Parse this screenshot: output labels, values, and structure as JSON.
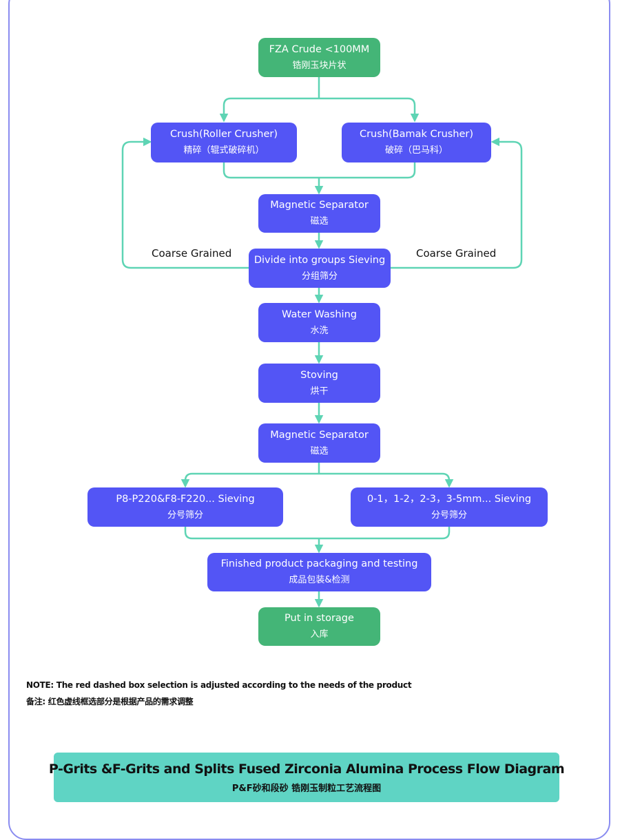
{
  "nodes": {
    "crude": {
      "en": "FZA Crude <100MM",
      "zh": "锆刚玉块片状"
    },
    "crush_roller": {
      "en": "Crush(Roller Crusher)",
      "zh": "精碎（辊式破碎机）"
    },
    "crush_bamak": {
      "en": "Crush(Bamak Crusher)",
      "zh": "破碎（巴马科）"
    },
    "magnetic1": {
      "en": "Magnetic Separator",
      "zh": "磁选"
    },
    "divide": {
      "en": "Divide into groups Sieving",
      "zh": "分组筛分"
    },
    "washing": {
      "en": "Water Washing",
      "zh": "水洗"
    },
    "stoving": {
      "en": "Stoving",
      "zh": "烘干"
    },
    "magnetic2": {
      "en": "Magnetic Separator",
      "zh": "磁选"
    },
    "sieve_p": {
      "en": "P8-P220&F8-F220... Sieving",
      "zh": "分号筛分"
    },
    "sieve_mm": {
      "en": "0-1，1-2，2-3，3-5mm... Sieving",
      "zh": "分号筛分"
    },
    "finished": {
      "en": "Finished product packaging and testing",
      "zh": "成品包装&检测"
    },
    "storage": {
      "en": "Put in storage",
      "zh": "入库"
    }
  },
  "labels": {
    "coarse_left": "Coarse Grained",
    "coarse_right": "Coarse Grained"
  },
  "note": {
    "en": "NOTE: The red dashed box selection is adjusted according to the needs of the product",
    "zh": "备注: 红色虚线框选部分是根据产品的需求调整"
  },
  "banner": {
    "title": "P-Grits &F-Grits and Splits Fused Zirconia Alumina Process Flow Diagram",
    "subtitle": "P&F砂和段砂 锆刚玉制粒工艺流程图"
  },
  "colors": {
    "process_node": "#5355f5",
    "terminal_node": "#44b577",
    "connector": "#5ed4b4",
    "banner": "#5fd4c4",
    "frame": "#8a8cf0"
  }
}
